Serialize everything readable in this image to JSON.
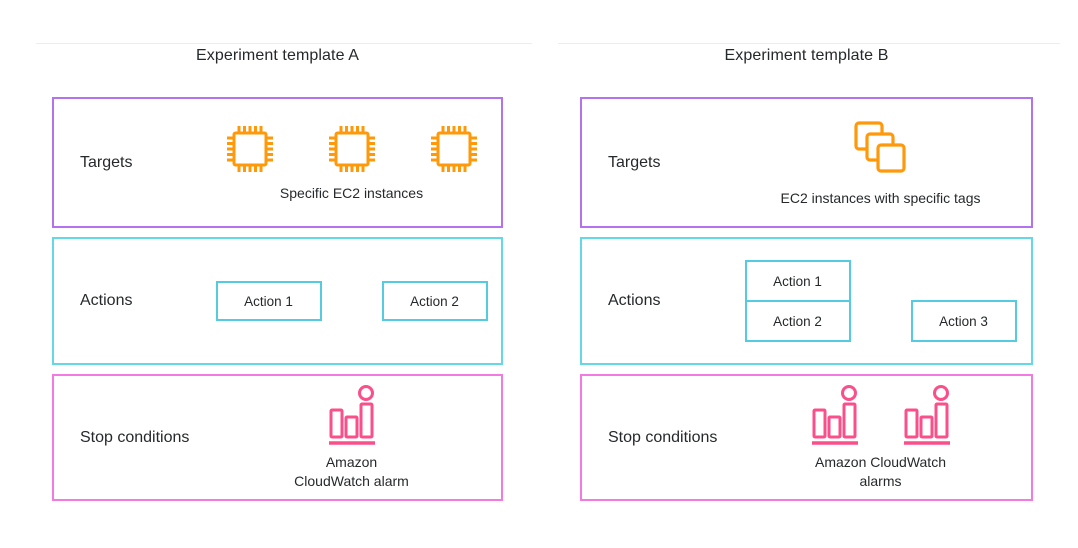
{
  "colors": {
    "text": "#26292c",
    "divider": "#ededed",
    "targets_border": "#b473ee",
    "actions_border": "#64d8e4",
    "action_item_border": "#54cbe0",
    "stop_border": "#f47ae3",
    "ec2_orange": "#ff990a",
    "cloudwatch_pink": "#fb4f8b"
  },
  "icons": {
    "ec2_chip": "ec2-instance-icon",
    "ec2_group": "ec2-instances-group-icon",
    "cloudwatch": "cloudwatch-alarm-icon"
  },
  "templates": [
    {
      "title": "Experiment template A",
      "targets": {
        "label": "Targets",
        "icon": "ec2-instance-icon",
        "icon_count": 3,
        "caption": "Specific EC2 instances"
      },
      "actions": {
        "label": "Actions",
        "items": [
          "Action 1",
          "Action 2"
        ]
      },
      "stop_conditions": {
        "label": "Stop conditions",
        "icon": "cloudwatch-alarm-icon",
        "icon_count": 1,
        "caption_lines": [
          "Amazon",
          "CloudWatch alarm"
        ]
      }
    },
    {
      "title": "Experiment template B",
      "targets": {
        "label": "Targets",
        "icon": "ec2-instances-group-icon",
        "icon_count": 1,
        "caption": "EC2 instances with specific tags"
      },
      "actions": {
        "label": "Actions",
        "items": [
          "Action 1",
          "Action 2",
          "Action 3"
        ]
      },
      "stop_conditions": {
        "label": "Stop conditions",
        "icon": "cloudwatch-alarm-icon",
        "icon_count": 2,
        "caption_lines": [
          "Amazon CloudWatch",
          "alarms"
        ]
      }
    }
  ]
}
